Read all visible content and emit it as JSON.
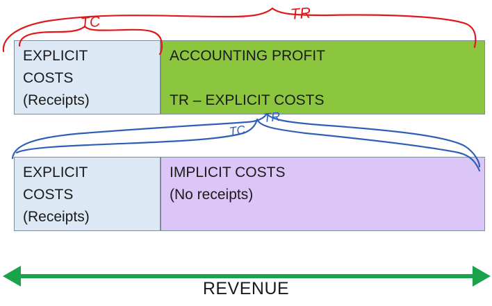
{
  "top_row": {
    "explicit_costs": {
      "line1": "EXPLICIT",
      "line2": "COSTS",
      "line3": "(Receipts)"
    },
    "accounting_profit": {
      "title": "ACCOUNTING PROFIT",
      "formula": "TR – EXPLICIT COSTS"
    }
  },
  "bottom_row": {
    "explicit_costs": {
      "line1": "EXPLICIT",
      "line2": "COSTS",
      "line3": "(Receipts)"
    },
    "implicit_costs": {
      "line1": "IMPLICIT COSTS",
      "line2": "(No receipts)"
    }
  },
  "annotations": {
    "top_tc": "TC",
    "top_tr": "TR",
    "bottom_tc": "TC",
    "bottom_tr": "TR"
  },
  "revenue": {
    "label": "REVENUE"
  },
  "colors": {
    "explicit_fill": "#dde8f5",
    "accounting_fill": "#8cc63f",
    "implicit_fill": "#dcc6f7",
    "red_ink": "#e0181b",
    "blue_ink": "#2e5fb6",
    "arrow_green": "#1ba34b"
  }
}
